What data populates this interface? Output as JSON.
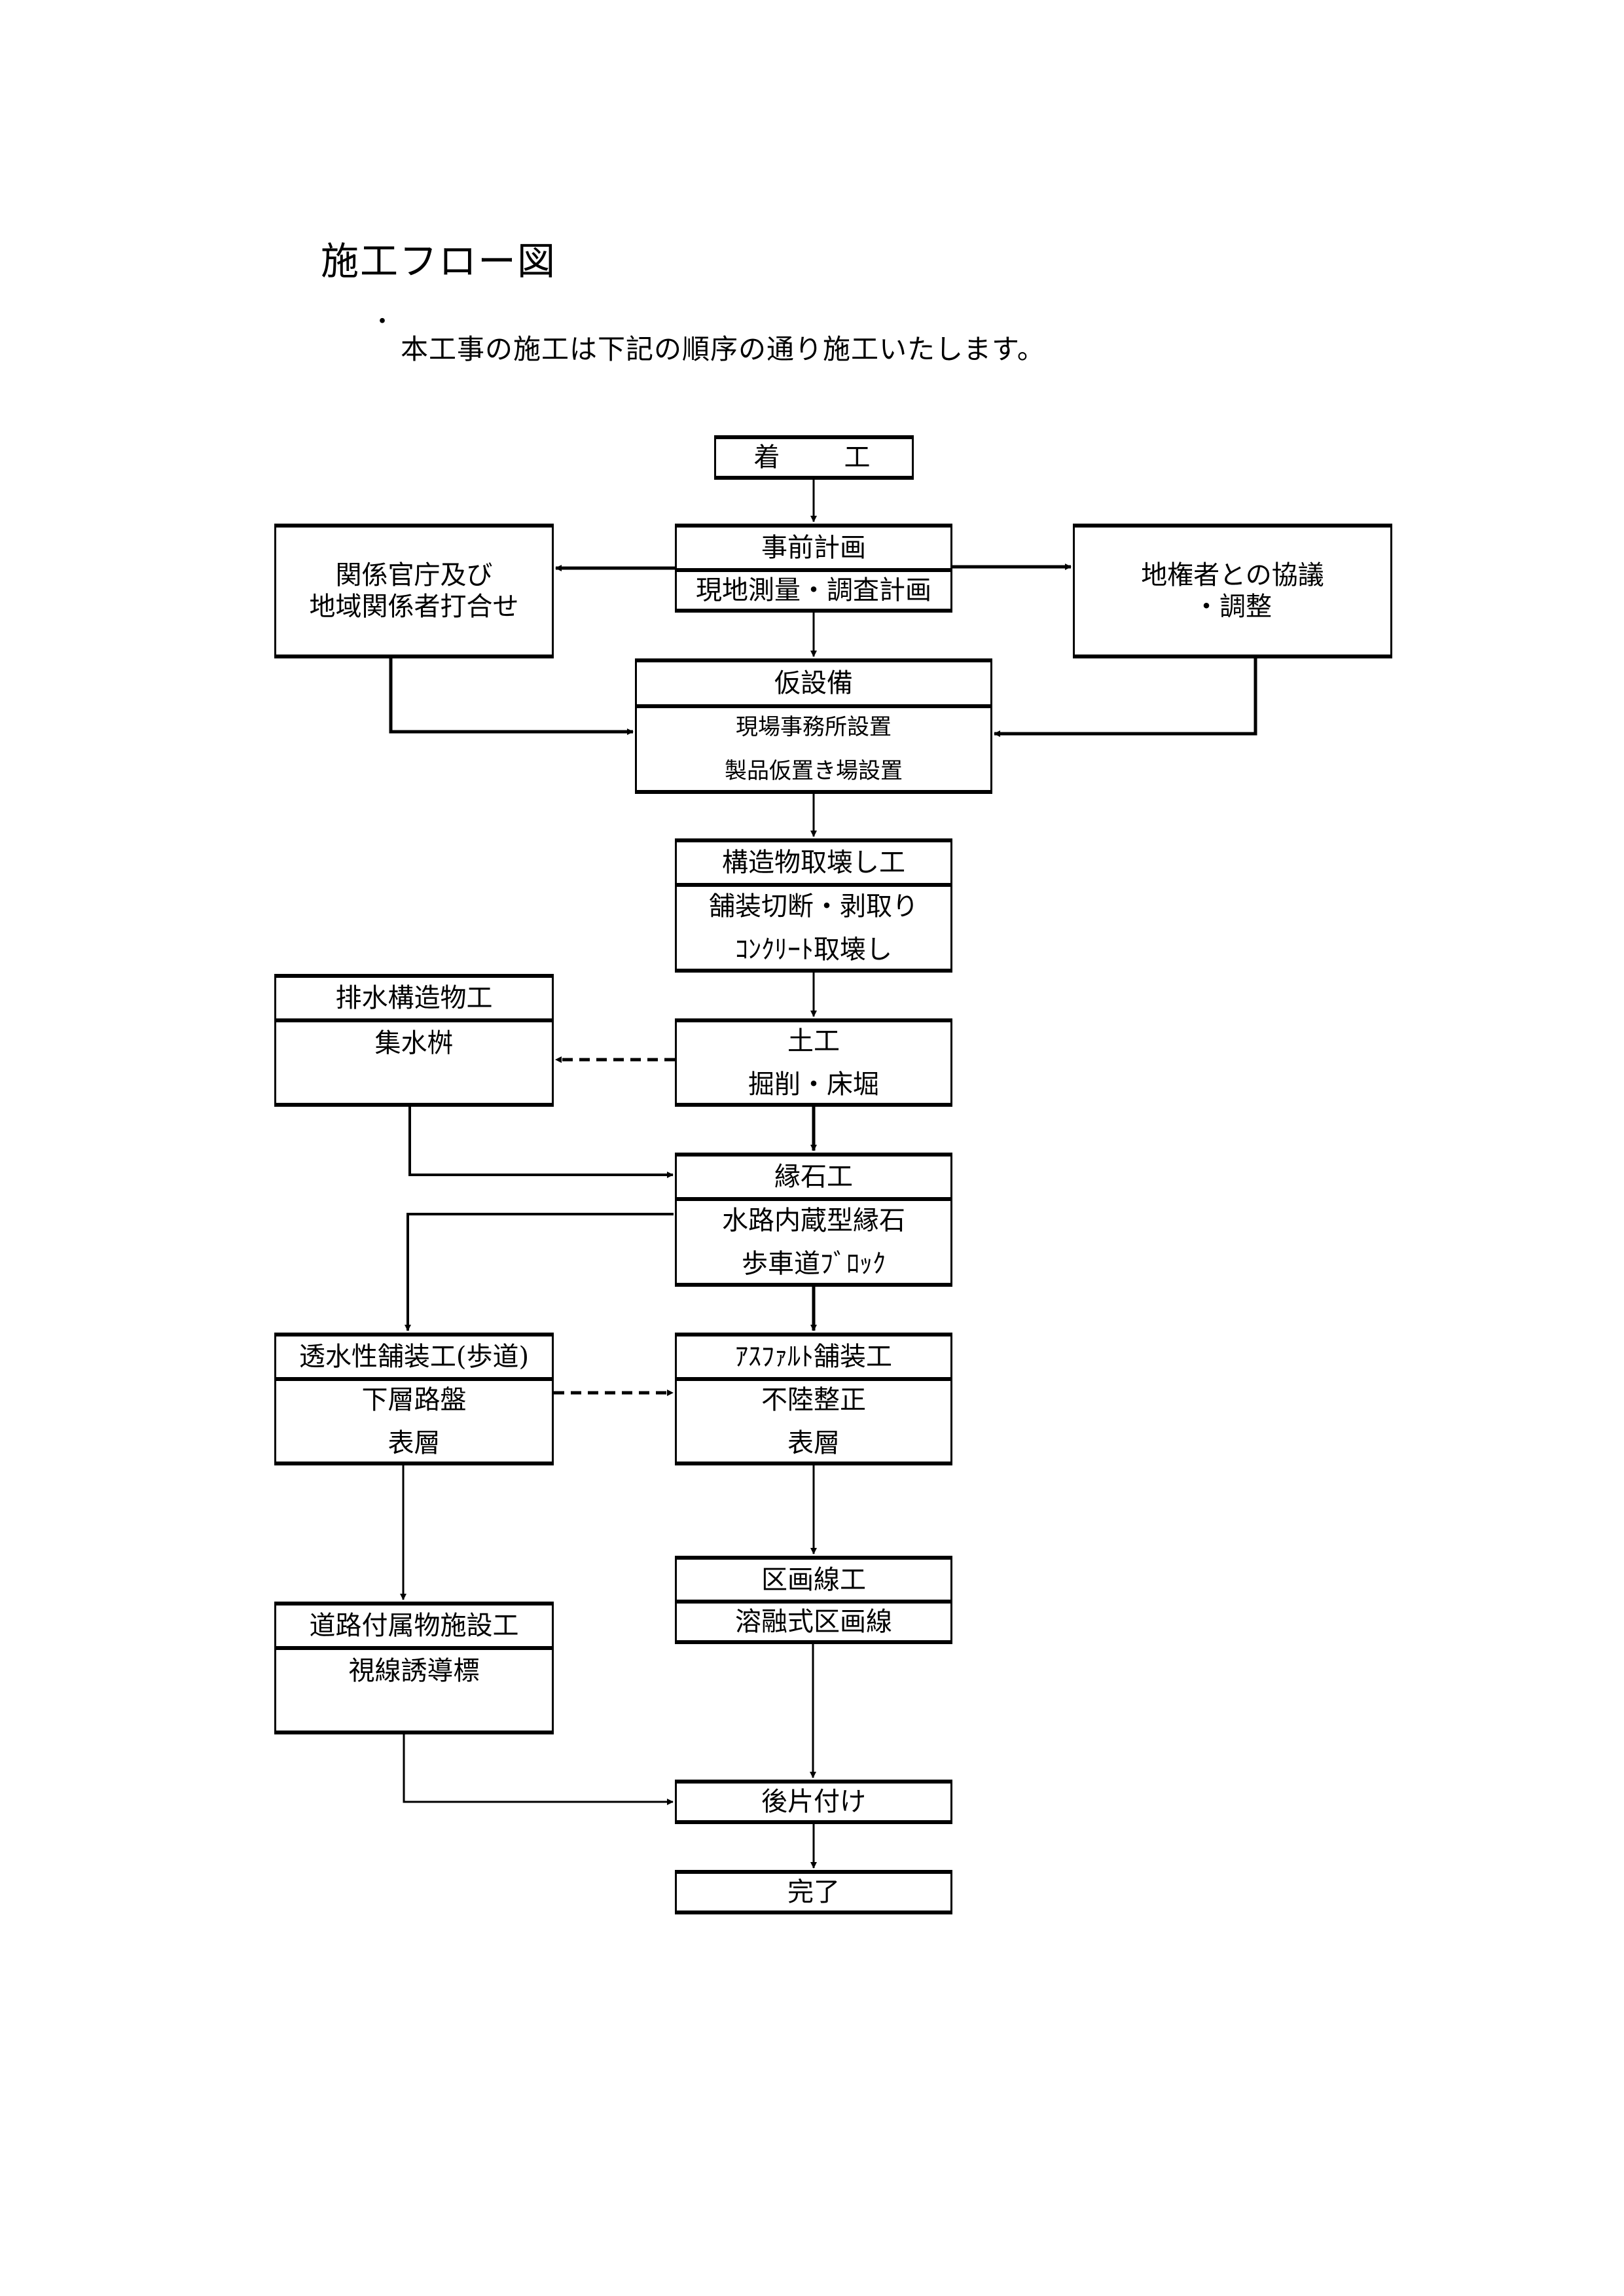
{
  "page": {
    "title": "施工フロー図",
    "bullet": "・",
    "intro": "本工事の施工は下記の順序の通り施工いたします。"
  },
  "flow": {
    "start": {
      "label": "着　　工"
    },
    "pre_plan": {
      "title": "事前計画",
      "items": [
        "現地測量・調査計画"
      ]
    },
    "authorities": {
      "lines": [
        "関係官庁及び",
        "地域関係者打合せ"
      ]
    },
    "landowners": {
      "lines": [
        "地権者との協議",
        "・調整"
      ]
    },
    "temporary": {
      "title": "仮設備",
      "items": [
        "現場事務所設置",
        "製品仮置き場設置"
      ]
    },
    "demolition": {
      "title": "構造物取壊し工",
      "items": [
        "舗装切断・剥取り",
        "ｺﾝｸﾘｰﾄ取壊し"
      ]
    },
    "drainage": {
      "title": "排水構造物工",
      "items": [
        "集水桝"
      ]
    },
    "earthwork": {
      "title": "土工",
      "items": [
        "掘削・床堀"
      ]
    },
    "curb": {
      "title": "縁石工",
      "items": [
        "水路内蔵型縁石",
        "歩車道ﾌﾞﾛｯｸ"
      ]
    },
    "permeable": {
      "title": "透水性舗装工(歩道)",
      "items": [
        "下層路盤",
        "表層"
      ]
    },
    "asphalt": {
      "title": "ｱｽﾌｧﾙﾄ舗装工",
      "items": [
        "不陸整正",
        "表層"
      ]
    },
    "marking": {
      "title": "区画線工",
      "items": [
        "溶融式区画線"
      ]
    },
    "road_facility": {
      "title": "道路付属物施設工",
      "items": [
        "視線誘導標"
      ]
    },
    "cleanup": {
      "label": "後片付け"
    },
    "finish": {
      "label": "完了"
    }
  },
  "colors": {
    "line": "#000000",
    "background": "#ffffff"
  }
}
